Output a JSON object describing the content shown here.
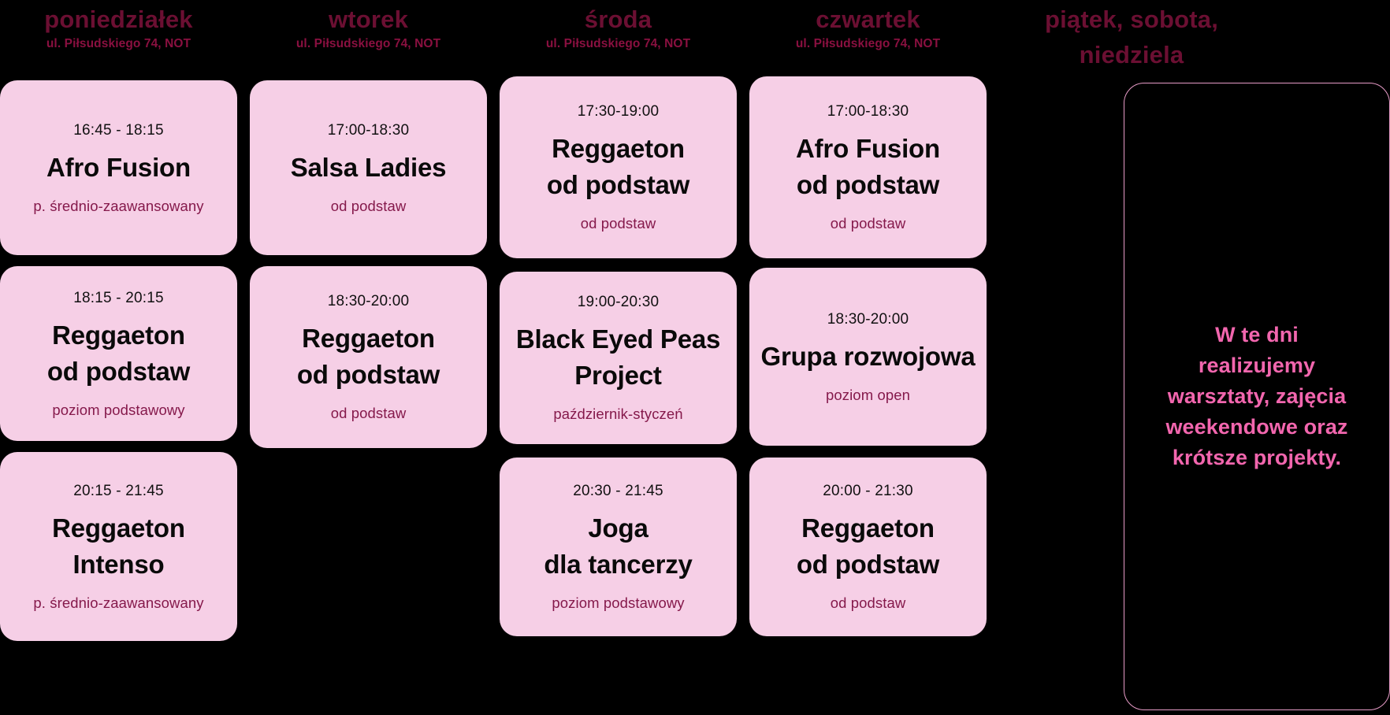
{
  "theme": {
    "background": "#000000",
    "card_background": "#F6CFE6",
    "header_color": "#6B0F32",
    "header_address_color": "#8A1040",
    "title_color": "#0A0A0A",
    "time_color": "#111111",
    "level_color": "#85194B",
    "note_color": "#F266AE",
    "note_border_color": "#E79BC7"
  },
  "columns": [
    {
      "day": "poniedziałek",
      "address": "ul. Piłsudskiego 74, NOT",
      "classes": [
        {
          "time": "16:45 - 18:15",
          "title_lines": [
            "Afro Fusion"
          ],
          "level": "p. średnio-zaawansowany"
        },
        {
          "time": "18:15 - 20:15",
          "title_lines": [
            "Reggaeton",
            "od podstaw"
          ],
          "level": "poziom podstawowy"
        },
        {
          "time": "20:15 - 21:45",
          "title_lines": [
            "Reggaeton",
            "Intenso"
          ],
          "level": "p. średnio-zaawansowany"
        }
      ]
    },
    {
      "day": "wtorek",
      "address": "ul. Piłsudskiego 74, NOT",
      "classes": [
        {
          "time": "17:00-18:30",
          "title_lines": [
            "Salsa Ladies"
          ],
          "level": "od podstaw"
        },
        {
          "time": "18:30-20:00",
          "title_lines": [
            "Reggaeton",
            "od podstaw"
          ],
          "level": "od podstaw"
        }
      ]
    },
    {
      "day": "środa",
      "address": "ul. Piłsudskiego 74, NOT",
      "classes": [
        {
          "time": "17:30-19:00",
          "title_lines": [
            "Reggaeton",
            "od podstaw"
          ],
          "level": "od podstaw"
        },
        {
          "time": "19:00-20:30",
          "title_lines": [
            "Black Eyed Peas",
            "Project"
          ],
          "level": "październik-styczeń"
        },
        {
          "time": "20:30 - 21:45",
          "title_lines": [
            "Joga",
            "dla tancerzy"
          ],
          "level": "poziom podstawowy"
        }
      ]
    },
    {
      "day": "czwartek",
      "address": "ul. Piłsudskiego 74, NOT",
      "classes": [
        {
          "time": "17:00-18:30",
          "title_lines": [
            "Afro Fusion",
            "od podstaw"
          ],
          "level": "od podstaw"
        },
        {
          "time": "18:30-20:00",
          "title_lines": [
            "Grupa rozwojowa"
          ],
          "level": "poziom open"
        },
        {
          "time": "20:00 - 21:30",
          "title_lines": [
            "Reggaeton",
            "od podstaw"
          ],
          "level": "od podstaw"
        }
      ]
    }
  ],
  "weekend": {
    "day_lines": [
      "piątek, sobota,",
      "niedziela"
    ],
    "note_lines": [
      "W te dni",
      "realizujemy",
      "warsztaty, zajęcia",
      "weekendowe oraz",
      "krótsze projekty."
    ]
  }
}
